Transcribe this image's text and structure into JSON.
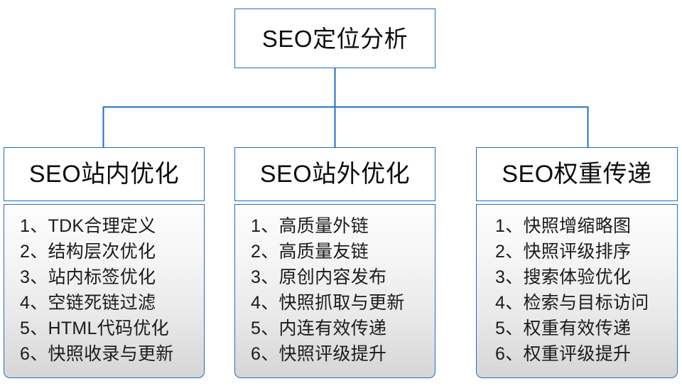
{
  "diagram": {
    "type": "org-tree",
    "accent_color": "#1f6fc0",
    "root": {
      "label": "SEO定位分析"
    },
    "columns": [
      {
        "id": "seo-onsite",
        "header": "SEO站内优化",
        "items": [
          "1、TDK合理定义",
          "2、结构层次优化",
          "3、站内标签优化",
          "4、空链死链过滤",
          "5、HTML代码优化",
          "6、快照收录与更新"
        ]
      },
      {
        "id": "seo-offsite",
        "header": "SEO站外优化",
        "items": [
          "1、高质量外链",
          "2、高质量友链",
          "3、原创内容发布",
          "4、快照抓取与更新",
          "5、内连有效传递",
          "6、快照评级提升"
        ]
      },
      {
        "id": "seo-weight",
        "header": "SEO权重传递",
        "items": [
          "1、快照增缩略图",
          "2、快照评级排序",
          "3、搜索体验优化",
          "4、检索与目标访问",
          "5、权重有效传递",
          "6、权重评级提升"
        ]
      }
    ]
  }
}
